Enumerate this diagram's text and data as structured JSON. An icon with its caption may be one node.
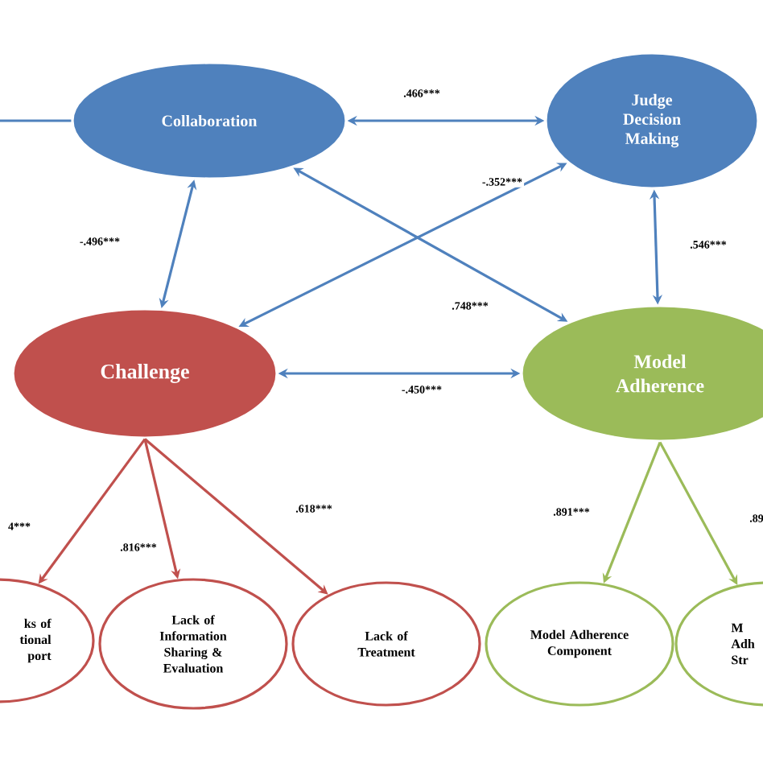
{
  "diagram": {
    "nodes": [
      {
        "text": [
          "Collaboration"
        ]
      },
      {
        "text": [
          "Judge Decision Making"
        ]
      },
      {
        "text": [
          "Challenge"
        ]
      },
      {
        "text": [
          "Model Adherence"
        ]
      },
      {
        "text": [
          "ks of tional port"
        ]
      },
      {
        "text": [
          "Lack of Information Sharing & Evaluation"
        ]
      },
      {
        "text": [
          "Lack of Treatment"
        ]
      },
      {
        "text": [
          "Model Adherence Component"
        ]
      },
      {
        "text": [
          "M Adh Str"
        ]
      }
    ],
    "edges": [
      {
        "from": 0,
        "to": 1,
        "arrow": "both",
        "label": ".466***"
      },
      {
        "from": 0,
        "to": 2,
        "arrow": "both",
        "label": "-.496***"
      },
      {
        "from": 2,
        "to": 1,
        "arrow": "both",
        "label": "-.352***"
      },
      {
        "from": 0,
        "to": 3,
        "arrow": "both",
        "label": ".748***"
      },
      {
        "from": 1,
        "to": 3,
        "arrow": "both",
        "label": ".546***"
      },
      {
        "from": 2,
        "to": 3,
        "arrow": "both",
        "label": "-.450***"
      },
      {
        "from": 2,
        "to": 4,
        "arrow": "to",
        "label": "4***",
        "color": "#c0504d"
      },
      {
        "from": 2,
        "to": 5,
        "arrow": "to",
        "label": ".816***",
        "color": "#c0504d"
      },
      {
        "from": 2,
        "to": 6,
        "arrow": "to",
        "label": ".618***",
        "color": "#c0504d"
      },
      {
        "from": 3,
        "to": 7,
        "arrow": "to",
        "label": ".891***",
        "color": "#9bbb59"
      },
      {
        "from": 3,
        "to": 8,
        "arrow": "to",
        "label": ".89",
        "color": "#9bbb59"
      },
      {
        "from": null,
        "to": 0,
        "arrow": "none"
      }
    ]
  }
}
